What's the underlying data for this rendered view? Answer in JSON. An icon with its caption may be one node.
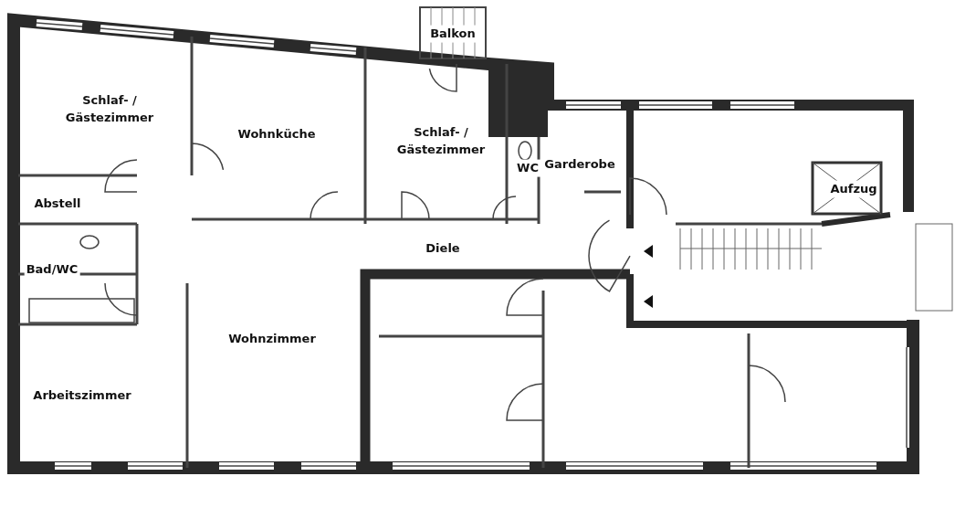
{
  "diagram": {
    "labels": [
      "Balkon",
      "Schlaf- / Gästezimmer",
      "Wohnküche",
      "Schlaf- / Gästezimmer",
      "WC",
      "Garderobe",
      "Aufzug",
      "Abstell",
      "Diele",
      "Bad/WC",
      "Wohnzimmer",
      "Arbeitszimmer"
    ]
  }
}
